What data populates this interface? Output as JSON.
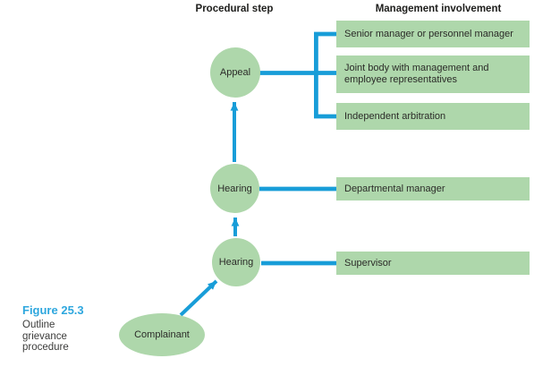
{
  "colors": {
    "green": "#aed7ab",
    "blue": "#189dd8",
    "caption_blue": "#2ea7de",
    "text": "#2b2b28",
    "heading": "#1d1d1b"
  },
  "columns": {
    "procedural_step": "Procedural step",
    "management_involvement": "Management involvement"
  },
  "steps": [
    {
      "id": "appeal",
      "label": "Appeal"
    },
    {
      "id": "hearing-upper",
      "label": "Hearing"
    },
    {
      "id": "hearing-lower",
      "label": "Hearing"
    },
    {
      "id": "complainant",
      "label": "Complainant"
    }
  ],
  "involvement": [
    {
      "id": "senior-manager",
      "label": "Senior manager or personnel manager"
    },
    {
      "id": "joint-body",
      "label": "Joint body with management and employee representatives"
    },
    {
      "id": "independent-arbitration",
      "label": "Independent arbitration"
    },
    {
      "id": "departmental-manager",
      "label": "Departmental manager"
    },
    {
      "id": "supervisor",
      "label": "Supervisor"
    }
  ],
  "caption": {
    "figure_number": "Figure 25.3",
    "description": "Outline grievance procedure"
  }
}
